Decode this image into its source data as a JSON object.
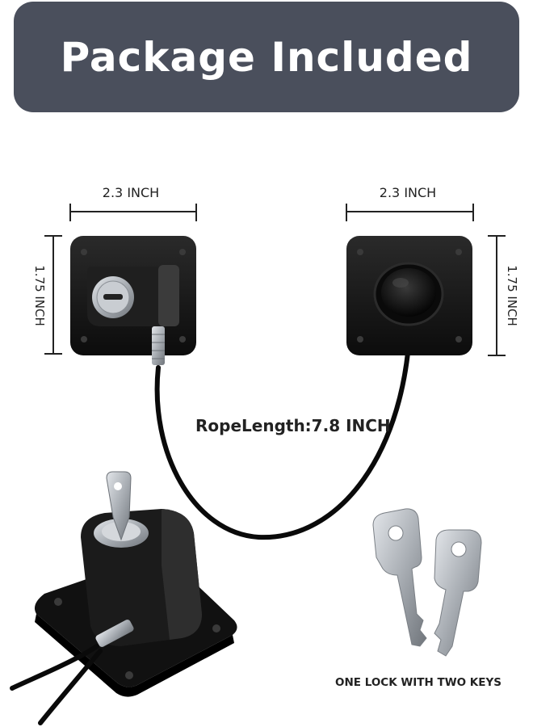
{
  "banner": {
    "title": "Package Included",
    "background": "#4a4f5c"
  },
  "dimensions": {
    "left_width": "2.3 INCH",
    "right_width": "2.3 INCH",
    "left_height": "1.75 INCH",
    "right_height": "1.75 INCH",
    "rope_length": "RopeLength:7.8 INCH"
  },
  "keys": {
    "caption": "ONE LOCK WITH TWO KEYS"
  },
  "icons": {
    "lock_module": "keyed-lock-plate-icon",
    "receiver_module": "receiver-plate-icon",
    "cable": "steel-cable-icon",
    "key": "key-icon"
  },
  "colors": {
    "plate": "#151515",
    "silver": "#b9bdc2",
    "dimension_line": "#222222"
  }
}
